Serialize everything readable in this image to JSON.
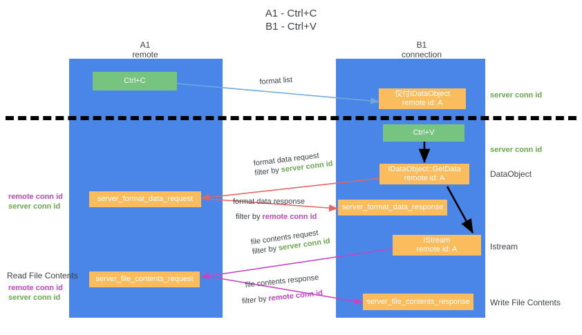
{
  "title": {
    "line1": "A1 - Ctrl+C",
    "line2": "B1 - Ctrl+V"
  },
  "lanes": [
    {
      "name": "A1",
      "sub": "remote"
    },
    {
      "name": "B1",
      "sub": "connection"
    }
  ],
  "nodes": {
    "ctrl_c": "Ctrl+C",
    "ctrl_v": "Ctrl+V",
    "idataobject_l1": "仅付IDataObject",
    "idataobject_l2": "remote id: A",
    "getdata_l1": "IDataObject::GetData",
    "getdata_l2": "remote id: A",
    "istream_l1": "IStream",
    "istream_l2": "remote id: A",
    "server_format_data_request": "server_format_data_request",
    "server_format_data_response": "server_format_data_response",
    "server_file_contents_request": "server_file_contents_request",
    "server_file_contents_response": "server_file_contents_response"
  },
  "edges": {
    "format_list": "format list",
    "format_data_request": "format data request",
    "format_data_request_filter_prefix": "filter by ",
    "format_data_request_filter_key": "server conn id",
    "format_data_response": "format data response",
    "format_data_response_filter_prefix": "filter by ",
    "format_data_response_filter_key": "remote conn id",
    "file_contents_request": "file contents request",
    "file_contents_request_filter_prefix": "filter by ",
    "file_contents_request_filter_key": "server conn id",
    "file_contents_response": "file contents response",
    "file_contents_response_filter_prefix": "filter by ",
    "file_contents_response_filter_key": "remote conn id"
  },
  "annotations": {
    "server_conn_id_top": "server conn id",
    "server_conn_id_mid": "server conn id",
    "dataobject": "DataObject",
    "istream": "Istream",
    "write_file_contents": "Write File Contents",
    "read_file_contents": "Read File Contents",
    "left_mid_remote": "remote conn id",
    "left_mid_server": "server conn id",
    "left_bot_remote": "remote conn id",
    "left_bot_server": "server conn id"
  },
  "colors": {
    "lane": "#4a86e8",
    "orange": "#fbbc5e",
    "green_box": "#77c380",
    "green_text": "#6aa84f",
    "magenta_text": "#c346c3",
    "arrow_blue": "#6fa8dc",
    "arrow_red": "#e06666",
    "arrow_magenta": "#c346c3",
    "arrow_black": "#000000"
  }
}
